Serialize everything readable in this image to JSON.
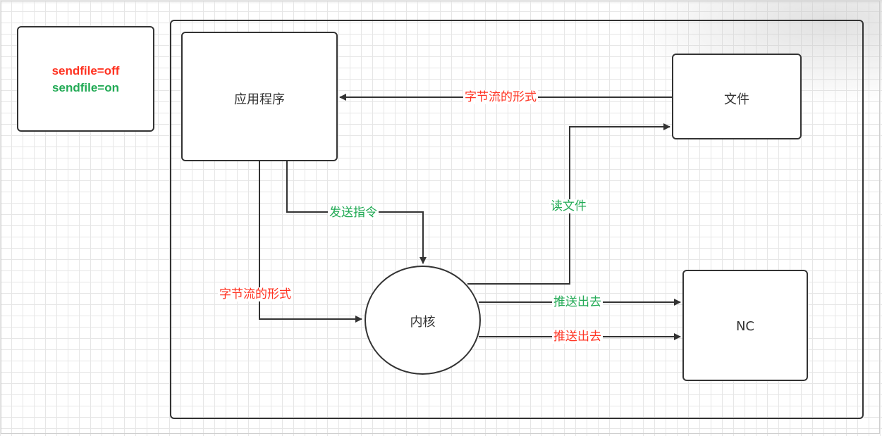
{
  "legend": {
    "off": "sendfile=off",
    "on": "sendfile=on"
  },
  "nodes": {
    "app": "应用程序",
    "file": "文件",
    "kernel": "内核",
    "nc": "NC"
  },
  "edges": {
    "file_to_app": "字节流的形式",
    "app_to_kernel_cmd": "发送指令",
    "app_to_kernel_stream": "字节流的形式",
    "kernel_read_file": "读文件",
    "kernel_push_green": "推送出去",
    "kernel_push_red": "推送出去"
  },
  "colors": {
    "off": "#ff3322",
    "on": "#22aa55",
    "stroke": "#333333"
  }
}
